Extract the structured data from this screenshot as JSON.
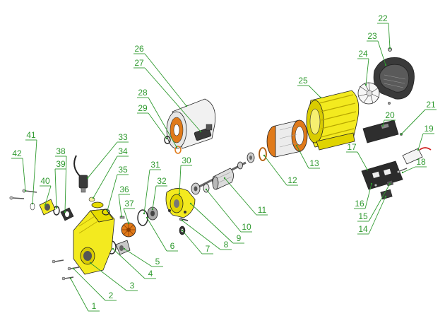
{
  "colors": {
    "label": "#2f9a2f",
    "housing": "#f3ea1f",
    "housing_dark": "#c9b800",
    "copper": "#e07a1a",
    "metal": "#c8c8c8",
    "dark": "#2c2c2c",
    "white": "#f4f4f4"
  },
  "callouts": [
    {
      "id": "c1",
      "text": "1"
    },
    {
      "id": "c2",
      "text": "2"
    },
    {
      "id": "c3",
      "text": "3"
    },
    {
      "id": "c4",
      "text": "4"
    },
    {
      "id": "c5",
      "text": "5"
    },
    {
      "id": "c6",
      "text": "6"
    },
    {
      "id": "c7",
      "text": "7"
    },
    {
      "id": "c8",
      "text": "8"
    },
    {
      "id": "c9",
      "text": "9"
    },
    {
      "id": "c10",
      "text": "10"
    },
    {
      "id": "c11",
      "text": "11"
    },
    {
      "id": "c12",
      "text": "12"
    },
    {
      "id": "c13",
      "text": "13"
    },
    {
      "id": "c14",
      "text": "14"
    },
    {
      "id": "c15",
      "text": "15"
    },
    {
      "id": "c16",
      "text": "16"
    },
    {
      "id": "c17",
      "text": "17"
    },
    {
      "id": "c18",
      "text": "18"
    },
    {
      "id": "c19",
      "text": "19"
    },
    {
      "id": "c20",
      "text": "20"
    },
    {
      "id": "c21",
      "text": "21"
    },
    {
      "id": "c22",
      "text": "22"
    },
    {
      "id": "c23",
      "text": "23"
    },
    {
      "id": "c24",
      "text": "24"
    },
    {
      "id": "c25",
      "text": "25"
    },
    {
      "id": "c26",
      "text": "26"
    },
    {
      "id": "c27",
      "text": "27"
    },
    {
      "id": "c28",
      "text": "28"
    },
    {
      "id": "c29",
      "text": "29"
    },
    {
      "id": "c30",
      "text": "30"
    },
    {
      "id": "c31",
      "text": "31"
    },
    {
      "id": "c32",
      "text": "32"
    },
    {
      "id": "c33",
      "text": "33"
    },
    {
      "id": "c34",
      "text": "34"
    },
    {
      "id": "c35",
      "text": "35"
    },
    {
      "id": "c36",
      "text": "36"
    },
    {
      "id": "c37",
      "text": "37"
    },
    {
      "id": "c38",
      "text": "38"
    },
    {
      "id": "c39",
      "text": "39"
    },
    {
      "id": "c40",
      "text": "40"
    },
    {
      "id": "c41",
      "text": "41"
    },
    {
      "id": "c42",
      "text": "42"
    }
  ]
}
